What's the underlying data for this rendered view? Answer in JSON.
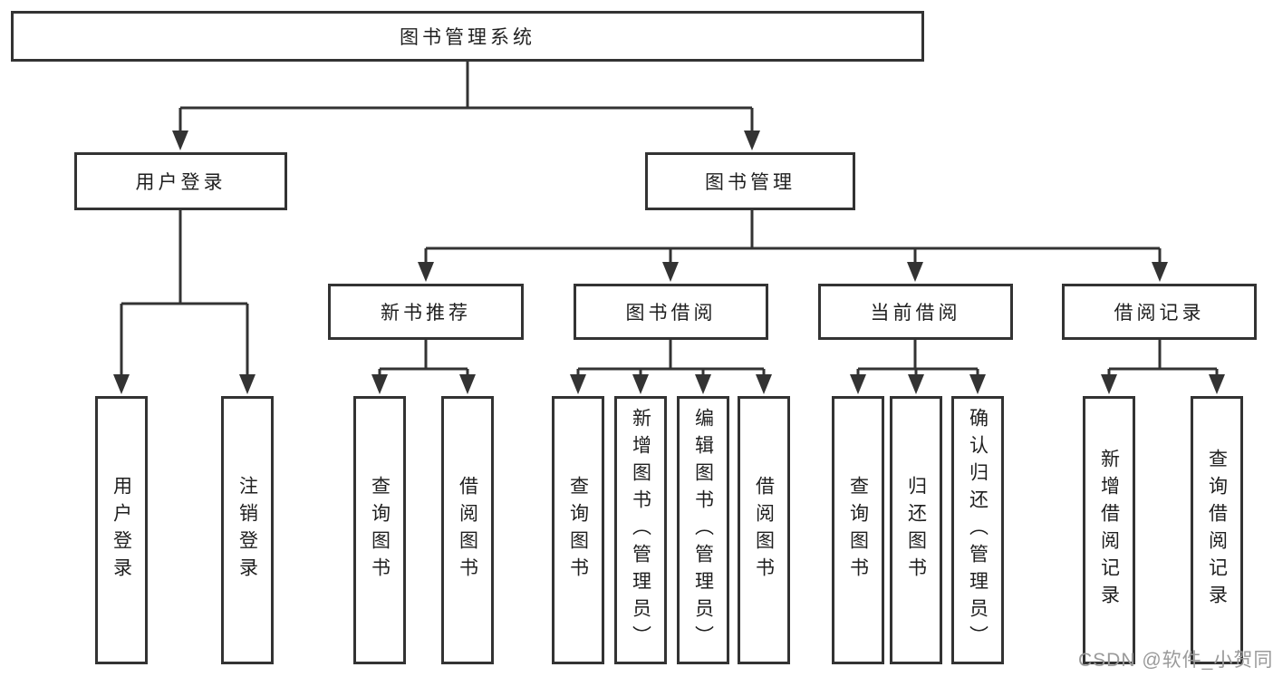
{
  "diagram": {
    "colors": {
      "line": "#333333",
      "text": "#1f1f1f",
      "box_background": "#ffffff",
      "watermark": "#9a9a9a"
    },
    "nodes": {
      "root": "图书管理系统",
      "user_login": "用户登录",
      "book_management": "图书管理",
      "new_book_recommend": "新书推荐",
      "book_borrowing": "图书借阅",
      "current_borrowing": "当前借阅",
      "borrow_records": "借阅记录",
      "ul_user_login": "用户登录",
      "ul_logout": "注销登录",
      "nbr_query_book": "查询图书",
      "nbr_borrow_book": "借阅图书",
      "bb_query_book": "查询图书",
      "bb_add_book": "新增图书（管理员）",
      "bb_edit_book": "编辑图书（管理员）",
      "bb_borrow_book": "借阅图书",
      "cb_query_book": "查询图书",
      "cb_return_book": "归还图书",
      "cb_confirm_return": "确认归还（管理员）",
      "br_add_record": "新增借阅记录",
      "br_query_record": "查询借阅记录"
    },
    "watermark": "CSDN @软件_小贺同学"
  }
}
